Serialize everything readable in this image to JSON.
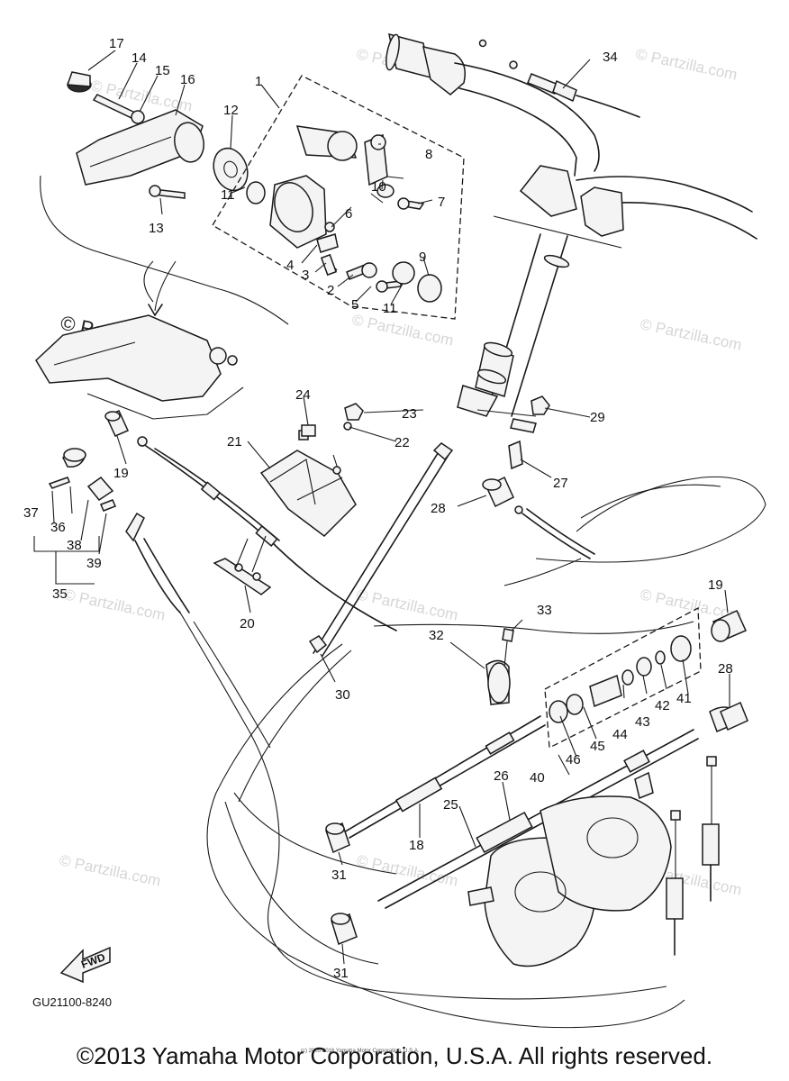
{
  "diagram": {
    "drawing_code": "GU21100-8240",
    "fwd_label": "FWD",
    "watermark": "© Partzilla.com",
    "watermark_short": "Partzilla.com",
    "small_print": "(c) 2005-2016 Yamaha Motor Corporation, U.S.A.",
    "copyright": "©2013 Yamaha Motor Corporation, U.S.A. All rights reserved.",
    "callouts": {
      "c1": "1",
      "c2": "2",
      "c3": "3",
      "c4": "4",
      "c5": "5",
      "c6": "6",
      "c7": "7",
      "c8": "8",
      "c9": "9",
      "c10": "10",
      "c11a": "11",
      "c11b": "11",
      "c12": "12",
      "c13": "13",
      "c14": "14",
      "c15": "15",
      "c16": "16",
      "c17": "17",
      "c18": "18",
      "c19a": "19",
      "c19b": "19",
      "c20": "20",
      "c21": "21",
      "c22": "22",
      "c23": "23",
      "c24": "24",
      "c25": "25",
      "c26": "26",
      "c27": "27",
      "c28a": "28",
      "c28b": "28",
      "c29": "29",
      "c30": "30",
      "c31a": "31",
      "c31b": "31",
      "c32": "32",
      "c33": "33",
      "c34": "34",
      "c35": "35",
      "c36": "36",
      "c37": "37",
      "c38": "38",
      "c39": "39",
      "c40": "40",
      "c41": "41",
      "c42": "42",
      "c43": "43",
      "c44": "44",
      "c45": "45",
      "c46": "46"
    }
  }
}
